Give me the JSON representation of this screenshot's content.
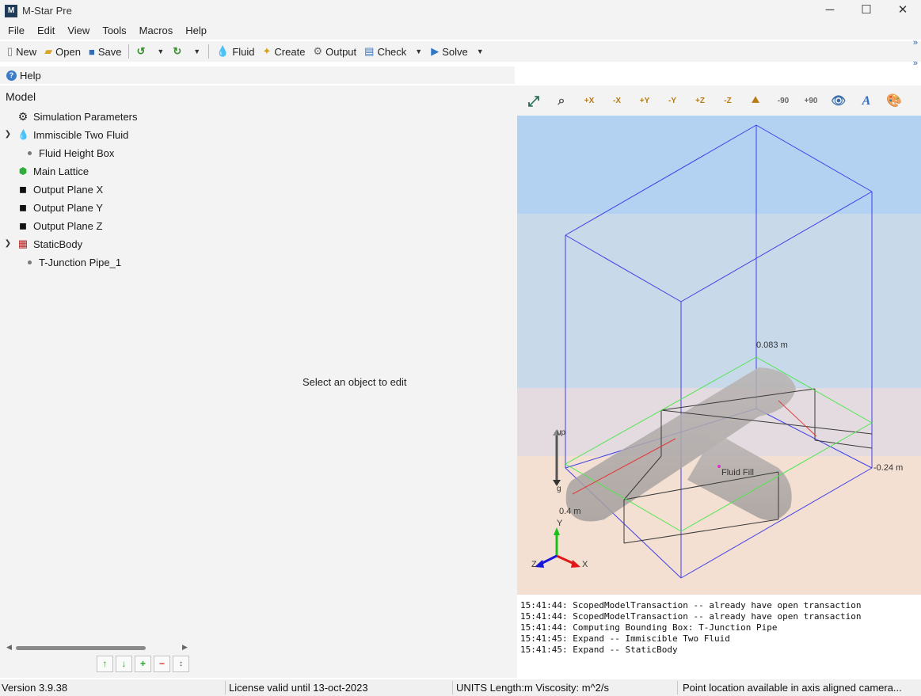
{
  "window": {
    "app_icon": "M",
    "title": "M-Star Pre",
    "minimize": "─",
    "maximize": "☐",
    "close": "✕"
  },
  "menu": [
    "File",
    "Edit",
    "View",
    "Tools",
    "Macros",
    "Help"
  ],
  "toolbar": {
    "new": "New",
    "open": "Open",
    "save": "Save",
    "fluid": "Fluid",
    "create": "Create",
    "output": "Output",
    "check": "Check",
    "solve": "Solve"
  },
  "help_label": "Help",
  "model_header": "Model",
  "tree": [
    {
      "label": "Simulation Parameters",
      "icon": "gear-icon"
    },
    {
      "label": "Immiscible Two Fluid",
      "icon": "droplet-icon",
      "expanded": true
    },
    {
      "label": "Fluid Height Box",
      "icon": "dot-icon"
    },
    {
      "label": "Main Lattice",
      "icon": "cube-icon"
    },
    {
      "label": "Output Plane X",
      "icon": "plane-icon"
    },
    {
      "label": "Output Plane Y",
      "icon": "plane-icon"
    },
    {
      "label": "Output Plane Z",
      "icon": "plane-icon"
    },
    {
      "label": "StaticBody",
      "icon": "brick-icon",
      "expanded": true
    },
    {
      "label": "T-Junction Pipe_1",
      "icon": "dot-icon"
    }
  ],
  "select_message": "Select an object to edit",
  "view_buttons": [
    "",
    "",
    "+X",
    "-X",
    "+Y",
    "-Y",
    "+Z",
    "-Z",
    "",
    "-90",
    "+90",
    "",
    "A",
    ""
  ],
  "viewport_labels": {
    "dim_top": "0.083 m",
    "dim_right": "-0.24 m",
    "dim_left": "0.4 m",
    "fluid_fill": "Fluid Fill",
    "up": "up",
    "g": "g",
    "axis_y": "Y",
    "axis_x": "X",
    "axis_z": "Z"
  },
  "log": [
    "15:41:44: ScopedModelTransaction -- already have open transaction",
    "15:41:44: ScopedModelTransaction -- already have open transaction",
    "15:41:44: Computing Bounding Box: T-Junction Pipe",
    "15:41:45: Expand -- Immiscible Two Fluid",
    "15:41:45: Expand -- StaticBody"
  ],
  "status": {
    "version": "Version 3.9.38",
    "license": "License valid until 13-oct-2023",
    "units": "UNITS Length:m  Viscosity: m^2/s",
    "hint": "Point location available in axis aligned camera..."
  },
  "colors": {
    "sky_top": "#b3d1f1",
    "sky_mid": "#c8d9e9",
    "sand": "#f3e0d2",
    "domain_lines": "#3f3fe8",
    "fluid_box": "#4fe64f"
  }
}
